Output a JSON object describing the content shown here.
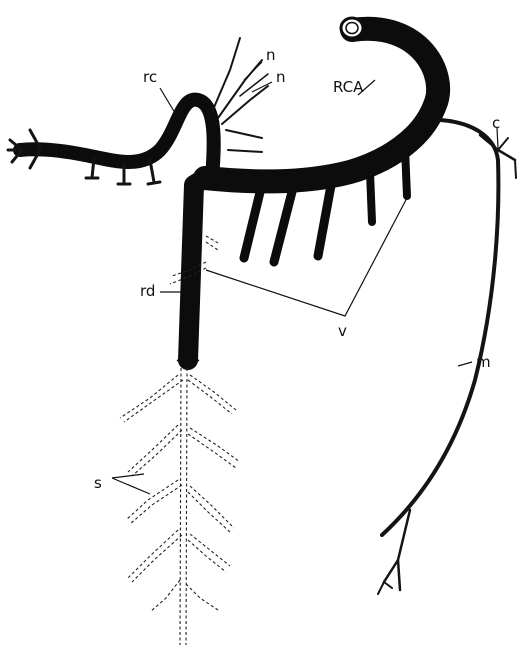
{
  "labels": {
    "rca": "RCA",
    "rc": "rc",
    "n1": "n",
    "n2": "n",
    "c": "c",
    "rd": "rd",
    "v": "v",
    "m": "m",
    "s": "s"
  },
  "colors": {
    "vessel": "#0c0c0c",
    "background": "#ffffff"
  }
}
